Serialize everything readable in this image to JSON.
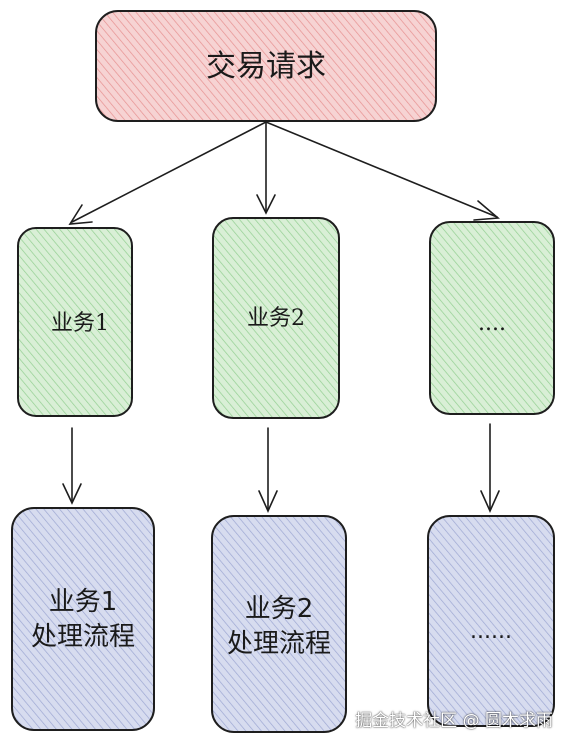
{
  "colors": {
    "request_fill": "#f6d3d3",
    "request_hatch": "#e07a7a",
    "business_fill": "#d9efd6",
    "business_hatch": "#7cc47a",
    "process_fill": "#d7dcef",
    "process_hatch": "#8a96c9",
    "stroke": "#1e1e1e"
  },
  "request": {
    "label": "交易请求"
  },
  "business": [
    {
      "label": "业务1"
    },
    {
      "label": "业务2"
    },
    {
      "label": "...."
    }
  ],
  "process": [
    {
      "line1": "业务1",
      "line2": "处理流程"
    },
    {
      "line1": "业务2",
      "line2": "处理流程"
    },
    {
      "line1": "......",
      "line2": ""
    }
  ],
  "watermark": "掘金技术社区 @ 圆木求雨"
}
